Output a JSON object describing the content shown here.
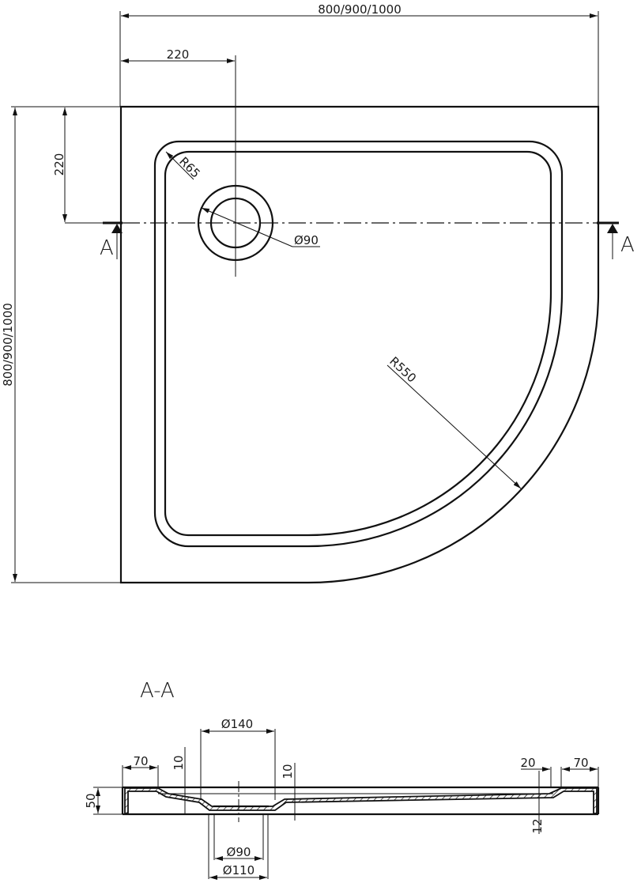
{
  "drawing": {
    "subject": "Quarter-circle shower tray technical drawing",
    "plan_view": {
      "overall_width_label": "800/900/1000",
      "overall_depth_label": "800/900/1000",
      "drain_offset_x_label": "220",
      "drain_offset_y_label": "220",
      "corner_radius_label": "R65",
      "drain_diameter_label": "Ø90",
      "arc_radius_label": "R550",
      "section_marker_left": "A",
      "section_marker_right": "A"
    },
    "section_view": {
      "title": "A-A",
      "flange_left_label": "70",
      "flange_right_label": "70",
      "height_label": "50",
      "drop_left_label": "10",
      "drop_right_label": "10",
      "drain_recess_label": "Ø140",
      "drain_inner_label": "Ø90",
      "drain_outer_label": "Ø110",
      "step_label": "20",
      "thickness_label": "12"
    },
    "colors": {
      "line": "#111111",
      "background": "#ffffff"
    }
  }
}
